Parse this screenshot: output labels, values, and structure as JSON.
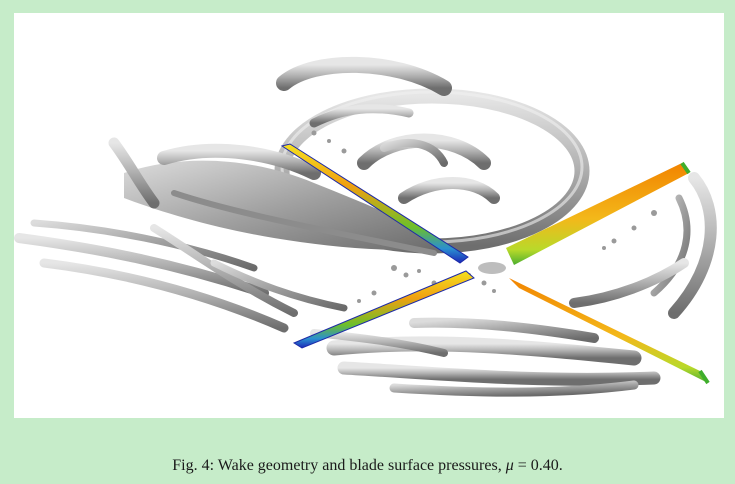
{
  "figure": {
    "caption_label": "Fig. 4:",
    "caption_text": "Wake geometry and blade surface pressures,",
    "caption_symbol": "μ",
    "caption_value": "= 0.40."
  },
  "colors": {
    "page_background": "#c6ecc9",
    "panel_background": "#ffffff",
    "wake_gray": "#a3a3a3",
    "blade_high": "#f08a00",
    "blade_mid": "#f2d21a",
    "blade_low": "#2e9a2e",
    "blade_min": "#1a2cc0"
  }
}
